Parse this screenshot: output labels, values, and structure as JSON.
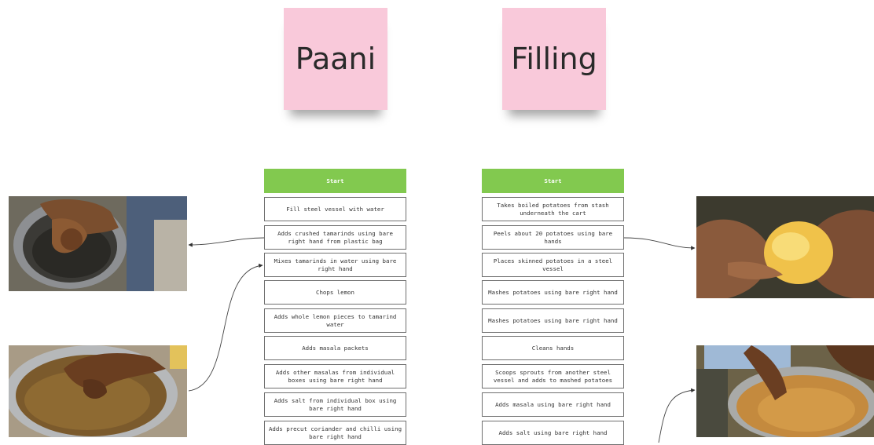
{
  "stickies": {
    "paani": "Paani",
    "filling": "Filling"
  },
  "paani_flow": {
    "steps": [
      "Start",
      "Fill steel vessel with water",
      "Adds crushed tamarinds using bare right hand from plastic bag",
      "Mixes tamarinds in water using bare right hand",
      "Chops lemon",
      "Adds whole lemon pieces to tamarind water",
      "Adds masala packets",
      "Adds other masalas from individual boxes using bare right hand",
      "Adds salt from individual box using bare right hand",
      "Adds precut coriander and chilli using bare right hand"
    ]
  },
  "filling_flow": {
    "steps": [
      "Start",
      "Takes boiled potatoes from stash underneath the cart",
      "Peels about 20 potatoes using bare hands",
      "Places skinned potatoes in a steel vessel",
      "Mashes potatoes using bare right hand",
      "Mashes potatoes using bare right hand",
      "Cleans hands",
      "Scoops sprouts from another steel vessel and adds to mashed potatoes",
      "Adds masala using bare right hand",
      "Adds salt using bare right hand"
    ]
  },
  "photos": {
    "tamarind_crush": "photo of hand crushing tamarind over steel vessel",
    "tamarind_mix": "photo of hand mixing tamarind in water",
    "potato_peel": "photo of hands peeling boiled potato",
    "potato_mash": "photo of hand mashing potatoes in steel vessel"
  },
  "colors": {
    "sticky": "#f9c9da",
    "start": "#82c94f",
    "border": "#6f6f6f"
  }
}
